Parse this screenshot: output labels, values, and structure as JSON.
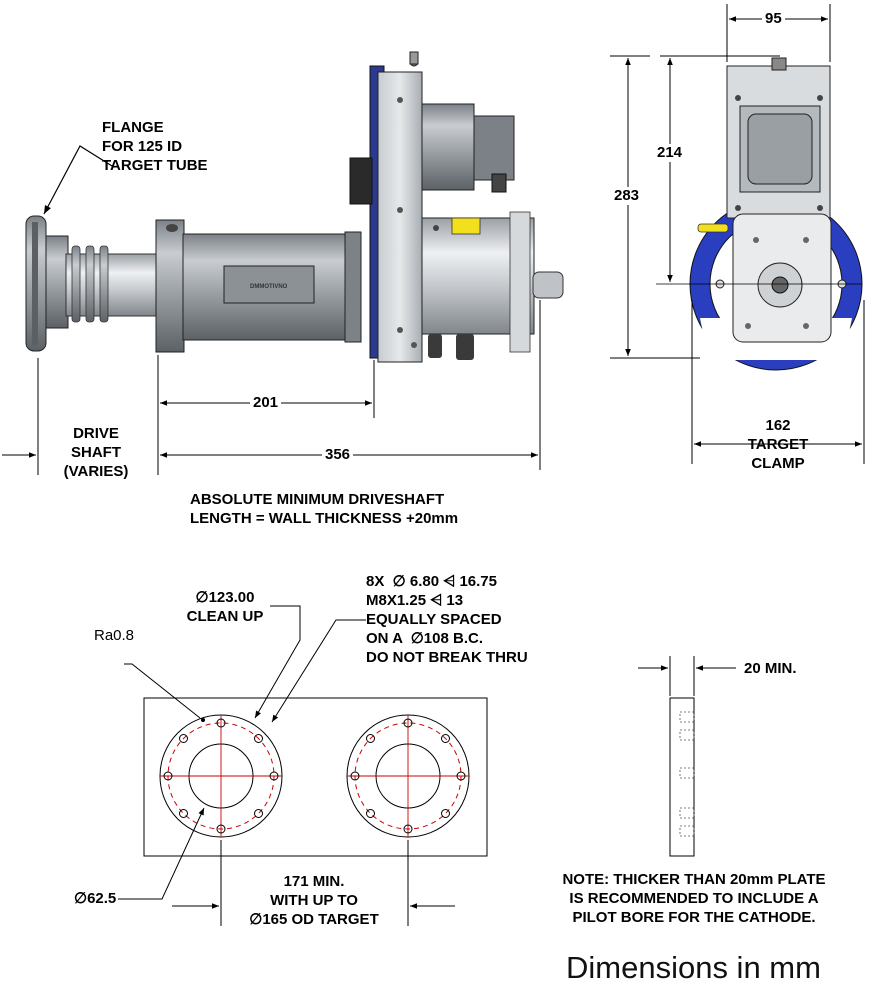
{
  "side_view": {
    "flange_label": "FLANGE\nFOR 125 ID\nTARGET TUBE",
    "brand_plate": "DMMOTIVNO",
    "dim_201": "201",
    "dim_356": "356",
    "drive_shaft_label": "DRIVE\nSHAFT\n(VARIES)",
    "driveshaft_note": "ABSOLUTE MINIMUM DRIVESHAFT\nLENGTH = WALL THICKNESS +20mm"
  },
  "end_view": {
    "dim_95": "95",
    "dim_214": "214",
    "dim_283": "283",
    "clamp_label": "162\nTARGET\nCLAMP"
  },
  "plate_view": {
    "ra_label": "Ra0.8",
    "clean_up_label": "∅123.00\nCLEAN UP",
    "holes_note": "8X  ∅ 6.80 ⩤ 16.75\nM8X1.25 ⩤ 13\nEQUALLY SPACED\nON A  ∅108 B.C.\nDO NOT BREAK THRU",
    "bore_label": "∅62.5",
    "spacing_label": "171 MIN.\nWITH UP TO\n∅165 OD TARGET"
  },
  "section_view": {
    "dim_20": "20 MIN.",
    "note": "NOTE: THICKER THAN 20mm PLATE\nIS RECOMMENDED TO INCLUDE A\nPILOT BORE FOR THE CATHODE."
  },
  "units_caption": "Dimensions in mm",
  "colors": {
    "line": "#000000",
    "body_grey": "#9ea3a8",
    "body_dark": "#6f757b",
    "clamp_blue": "#2a3fbf",
    "warning_yellow": "#f2e01c",
    "hole_red": "#cc0000"
  }
}
